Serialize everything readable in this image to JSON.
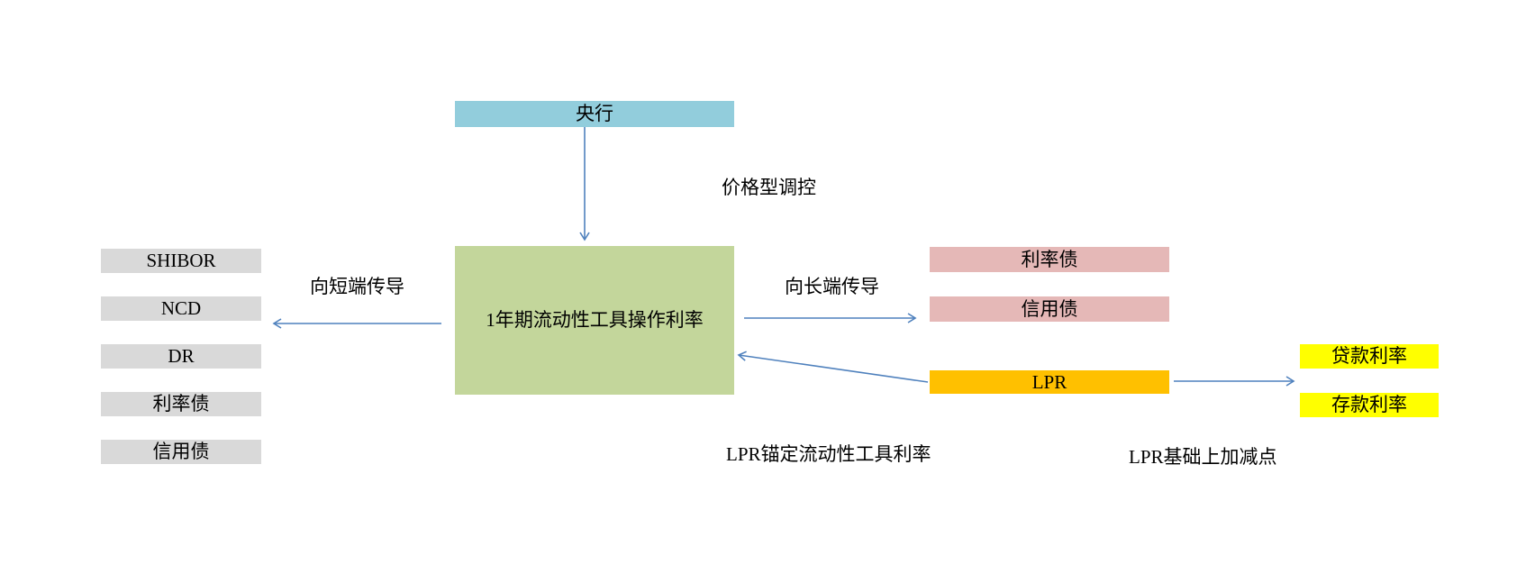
{
  "diagram": {
    "nodes": {
      "central_bank": {
        "label": "央行"
      },
      "policy_rate": {
        "label": "1年期流动性工具操作利率"
      },
      "short_end": {
        "items": [
          "SHIBOR",
          "NCD",
          "DR",
          "利率债",
          "信用债"
        ]
      },
      "long_end": {
        "items": [
          "利率债",
          "信用债"
        ]
      },
      "lpr": {
        "label": "LPR"
      },
      "retail_rates": {
        "items": [
          "贷款利率",
          "存款利率"
        ]
      }
    },
    "labels": {
      "price_control": "价格型调控",
      "short_transmission": "向短端传导",
      "long_transmission": "向长端传导",
      "lpr_anchor": "LPR锚定流动性工具利率",
      "lpr_spread": "LPR基础上加减点"
    },
    "colors": {
      "central_bank_fill": "#92CDDC",
      "policy_rate_fill": "#C3D69B",
      "short_end_fill": "#D9D9D9",
      "long_end_fill": "#E5B8B7",
      "lpr_fill": "#FFC000",
      "retail_fill": "#FFFF00",
      "arrow": "#4F81BD",
      "text": "#000000"
    }
  }
}
